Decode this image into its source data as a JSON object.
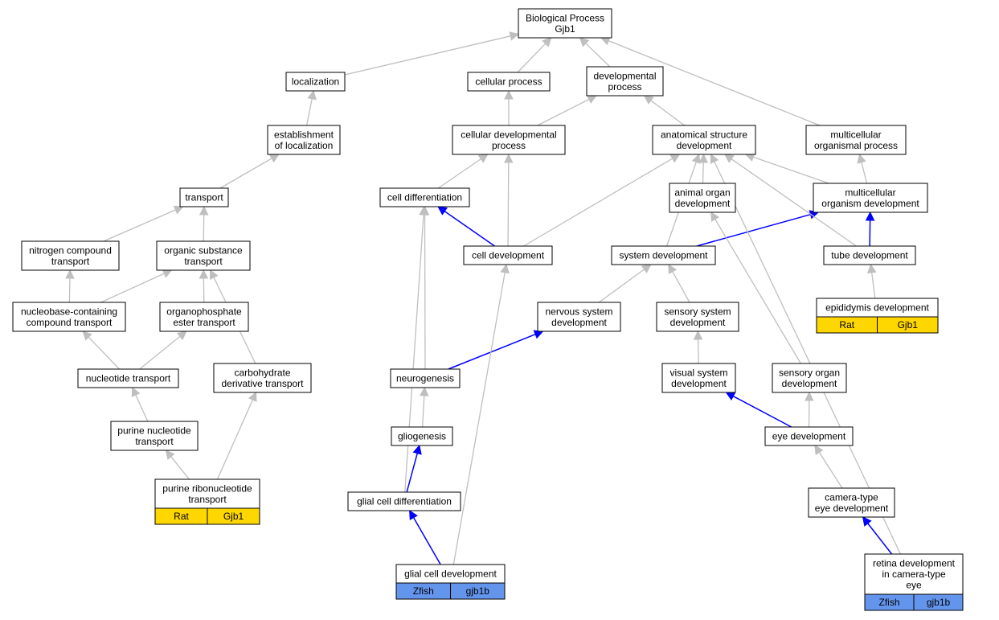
{
  "colors": {
    "gray_edge": "#bfbfbf",
    "blue_edge": "#0000ff",
    "rat_fill": "#ffd700",
    "zfish_fill": "#6495ed",
    "node_border": "#000000",
    "node_fill": "#ffffff"
  },
  "nodes": {
    "root": [
      "Biological Process",
      "Gjb1"
    ],
    "localization": [
      "localization"
    ],
    "cellular_process": [
      "cellular process"
    ],
    "developmental_process": [
      "developmental",
      "process"
    ],
    "establishment_of_localization": [
      "establishment",
      "of localization"
    ],
    "cellular_developmental_process": [
      "cellular developmental",
      "process"
    ],
    "anatomical_structure_development": [
      "anatomical structure",
      "development"
    ],
    "multicellular_organismal_process": [
      "multicellular",
      "organismal process"
    ],
    "transport": [
      "transport"
    ],
    "cell_differentiation": [
      "cell differentiation"
    ],
    "animal_organ_development": [
      "animal organ",
      "development"
    ],
    "multicellular_organism_development": [
      "multicellular",
      "organism development"
    ],
    "nitrogen_compound_transport": [
      "nitrogen compound",
      "transport"
    ],
    "organic_substance_transport": [
      "organic substance",
      "transport"
    ],
    "cell_development": [
      "cell development"
    ],
    "system_development": [
      "system development"
    ],
    "tube_development": [
      "tube development"
    ],
    "nucleobase_containing_compound_transport": [
      "nucleobase-containing",
      "compound transport"
    ],
    "organophosphate_ester_transport": [
      "organophosphate",
      "ester transport"
    ],
    "nervous_system_development": [
      "nervous system",
      "development"
    ],
    "sensory_system_development": [
      "sensory system",
      "development"
    ],
    "epididymis_development": [
      "epididymis development"
    ],
    "nucleotide_transport": [
      "nucleotide transport"
    ],
    "carbohydrate_derivative_transport": [
      "carbohydrate",
      "derivative transport"
    ],
    "neurogenesis": [
      "neurogenesis"
    ],
    "visual_system_development": [
      "visual system",
      "development"
    ],
    "sensory_organ_development": [
      "sensory organ",
      "development"
    ],
    "purine_nucleotide_transport": [
      "purine nucleotide",
      "transport"
    ],
    "gliogenesis": [
      "gliogenesis"
    ],
    "eye_development": [
      "eye development"
    ],
    "purine_ribonucleotide_transport": [
      "purine ribonucleotide",
      "transport"
    ],
    "glial_cell_differentiation": [
      "glial cell differentiation"
    ],
    "camera_type_eye_development": [
      "camera-type",
      "eye development"
    ],
    "glial_cell_development": [
      "glial cell development"
    ],
    "retina_development": [
      "retina development",
      "in camera-type",
      "eye"
    ]
  },
  "annotations": {
    "epididymis_development": [
      "Rat",
      "Gjb1"
    ],
    "purine_ribonucleotide_transport": [
      "Rat",
      "Gjb1"
    ],
    "glial_cell_development": [
      "Zfish",
      "gjb1b"
    ],
    "retina_development": [
      "Zfish",
      "gjb1b"
    ]
  },
  "edges": [
    {
      "from": "localization",
      "to": "root",
      "style": "gray"
    },
    {
      "from": "cellular_process",
      "to": "root",
      "style": "gray"
    },
    {
      "from": "developmental_process",
      "to": "root",
      "style": "gray"
    },
    {
      "from": "multicellular_organismal_process",
      "to": "root",
      "style": "gray"
    },
    {
      "from": "establishment_of_localization",
      "to": "localization",
      "style": "gray"
    },
    {
      "from": "cellular_developmental_process",
      "to": "cellular_process",
      "style": "gray"
    },
    {
      "from": "cellular_developmental_process",
      "to": "developmental_process",
      "style": "gray"
    },
    {
      "from": "anatomical_structure_development",
      "to": "developmental_process",
      "style": "gray"
    },
    {
      "from": "transport",
      "to": "establishment_of_localization",
      "style": "gray"
    },
    {
      "from": "cell_differentiation",
      "to": "cellular_developmental_process",
      "style": "gray"
    },
    {
      "from": "cell_development",
      "to": "cellular_developmental_process",
      "style": "gray"
    },
    {
      "from": "cell_development",
      "to": "anatomical_structure_development",
      "style": "gray"
    },
    {
      "from": "cell_development",
      "to": "cell_differentiation",
      "style": "blue"
    },
    {
      "from": "animal_organ_development",
      "to": "anatomical_structure_development",
      "style": "gray"
    },
    {
      "from": "multicellular_organism_development",
      "to": "anatomical_structure_development",
      "style": "gray"
    },
    {
      "from": "multicellular_organism_development",
      "to": "multicellular_organismal_process",
      "style": "gray"
    },
    {
      "from": "system_development",
      "to": "anatomical_structure_development",
      "style": "gray"
    },
    {
      "from": "system_development",
      "to": "multicellular_organism_development",
      "style": "blue"
    },
    {
      "from": "tube_development",
      "to": "anatomical_structure_development",
      "style": "gray"
    },
    {
      "from": "tube_development",
      "to": "multicellular_organism_development",
      "style": "blue"
    },
    {
      "from": "retina_development",
      "to": "anatomical_structure_development",
      "style": "gray"
    },
    {
      "from": "nitrogen_compound_transport",
      "to": "transport",
      "style": "gray"
    },
    {
      "from": "organic_substance_transport",
      "to": "transport",
      "style": "gray"
    },
    {
      "from": "nucleobase_containing_compound_transport",
      "to": "nitrogen_compound_transport",
      "style": "gray"
    },
    {
      "from": "nucleobase_containing_compound_transport",
      "to": "organic_substance_transport",
      "style": "gray"
    },
    {
      "from": "organophosphate_ester_transport",
      "to": "organic_substance_transport",
      "style": "gray"
    },
    {
      "from": "carbohydrate_derivative_transport",
      "to": "organic_substance_transport",
      "style": "gray"
    },
    {
      "from": "nervous_system_development",
      "to": "system_development",
      "style": "gray"
    },
    {
      "from": "sensory_system_development",
      "to": "system_development",
      "style": "gray"
    },
    {
      "from": "epididymis_development",
      "to": "tube_development",
      "style": "gray"
    },
    {
      "from": "nucleotide_transport",
      "to": "nucleobase_containing_compound_transport",
      "style": "gray"
    },
    {
      "from": "nucleotide_transport",
      "to": "organophosphate_ester_transport",
      "style": "gray"
    },
    {
      "from": "neurogenesis",
      "to": "cell_differentiation",
      "style": "gray"
    },
    {
      "from": "neurogenesis",
      "to": "nervous_system_development",
      "style": "blue"
    },
    {
      "from": "visual_system_development",
      "to": "sensory_system_development",
      "style": "gray"
    },
    {
      "from": "sensory_organ_development",
      "to": "animal_organ_development",
      "style": "gray"
    },
    {
      "from": "purine_nucleotide_transport",
      "to": "nucleotide_transport",
      "style": "gray"
    },
    {
      "from": "gliogenesis",
      "to": "neurogenesis",
      "style": "gray"
    },
    {
      "from": "eye_development",
      "to": "visual_system_development",
      "style": "blue"
    },
    {
      "from": "eye_development",
      "to": "sensory_organ_development",
      "style": "gray"
    },
    {
      "from": "purine_ribonucleotide_transport",
      "to": "purine_nucleotide_transport",
      "style": "gray"
    },
    {
      "from": "purine_ribonucleotide_transport",
      "to": "carbohydrate_derivative_transport",
      "style": "gray"
    },
    {
      "from": "glial_cell_differentiation",
      "to": "gliogenesis",
      "style": "blue"
    },
    {
      "from": "glial_cell_differentiation",
      "to": "cell_differentiation",
      "style": "gray"
    },
    {
      "from": "camera_type_eye_development",
      "to": "eye_development",
      "style": "gray"
    },
    {
      "from": "glial_cell_development",
      "to": "glial_cell_differentiation",
      "style": "blue"
    },
    {
      "from": "glial_cell_development",
      "to": "cell_development",
      "style": "gray"
    },
    {
      "from": "retina_development",
      "to": "camera_type_eye_development",
      "style": "blue"
    }
  ]
}
